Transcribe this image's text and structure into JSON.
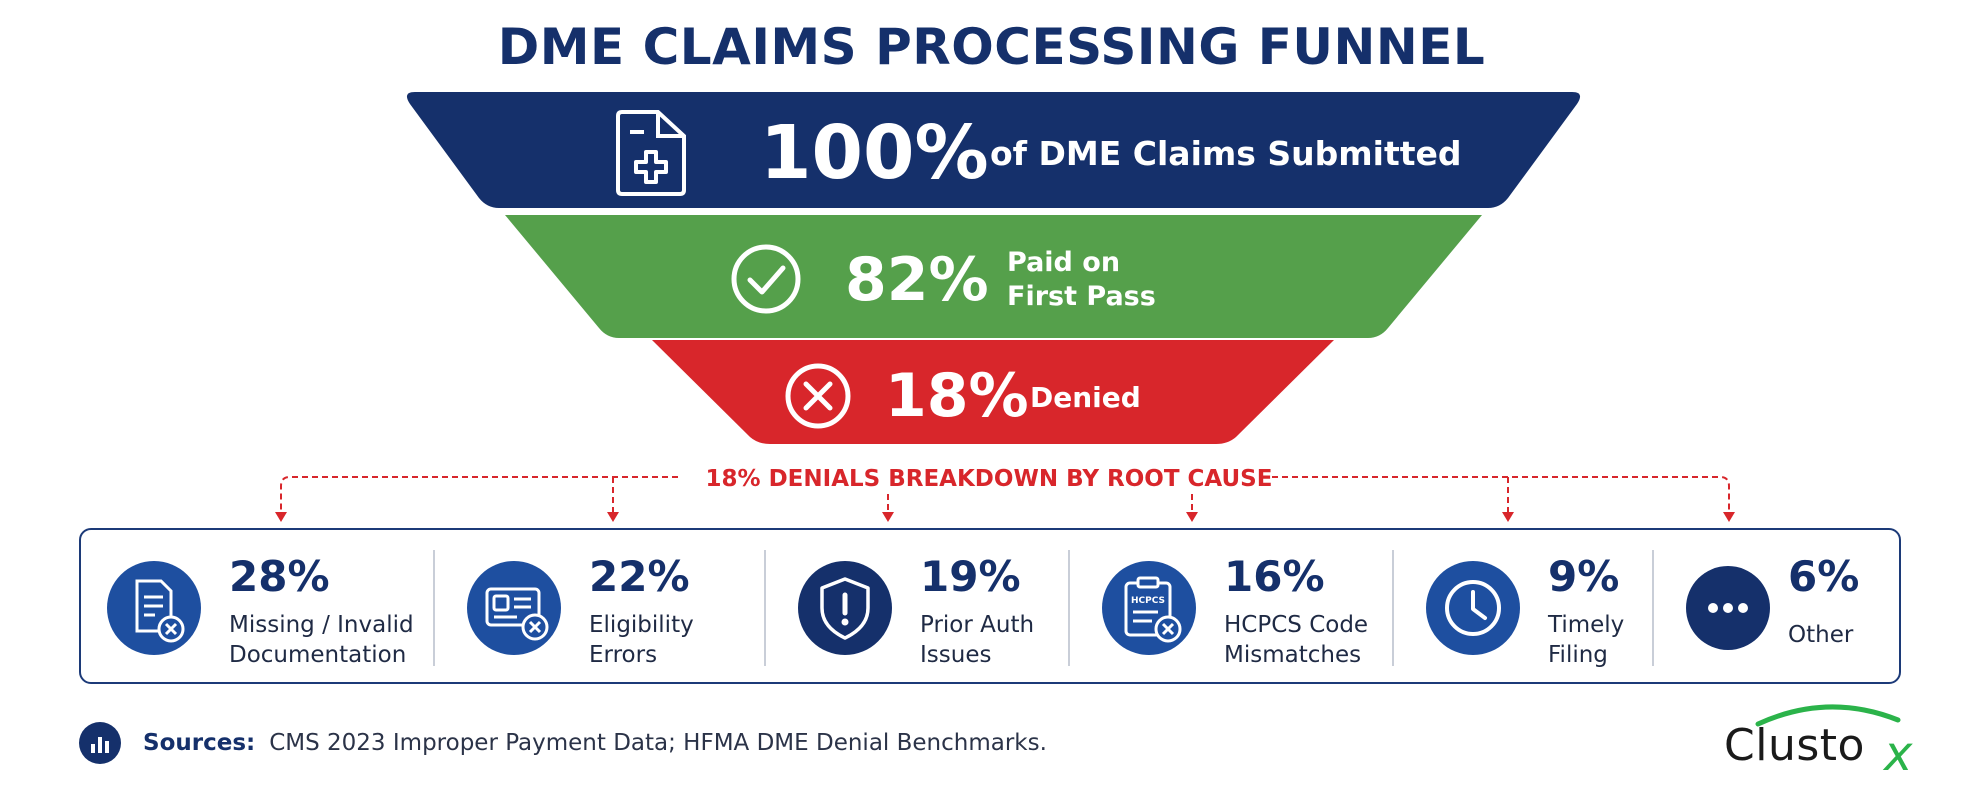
{
  "title": "DME CLAIMS PROCESSING FUNNEL",
  "colors": {
    "navy": "#15306b",
    "blue": "#1e4fa0",
    "green": "#55a04b",
    "red": "#d8262b",
    "white": "#ffffff"
  },
  "funnel": [
    {
      "percent": "100%",
      "label_lines": [
        "of DME Claims Submitted"
      ],
      "value": 100,
      "color": "#15306b",
      "icon": "medical-document-icon"
    },
    {
      "percent": "82%",
      "label_lines": [
        "Paid on",
        "First Pass"
      ],
      "value": 82,
      "color": "#55a04b",
      "icon": "check-circle-icon"
    },
    {
      "percent": "18%",
      "label_lines": [
        "Denied"
      ],
      "value": 18,
      "color": "#d8262b",
      "icon": "x-circle-icon"
    }
  ],
  "breakdown_title": "18% DENIALS BREAKDOWN BY ROOT CAUSE",
  "causes": [
    {
      "percent": "28%",
      "value": 28,
      "label": "Missing / Invalid\nDocumentation",
      "icon": "document-error-icon"
    },
    {
      "percent": "22%",
      "value": 22,
      "label": "Eligibility\nErrors",
      "icon": "id-card-error-icon"
    },
    {
      "percent": "19%",
      "value": 19,
      "label": "Prior Auth\nIssues",
      "icon": "shield-alert-icon"
    },
    {
      "percent": "16%",
      "value": 16,
      "label": "HCPCS Code\nMismatches",
      "icon": "clipboard-error-icon",
      "icon_text": "HCPCS"
    },
    {
      "percent": "9%",
      "value": 9,
      "label": "Timely\nFiling",
      "icon": "clock-icon"
    },
    {
      "percent": "6%",
      "value": 6,
      "label": "Other",
      "icon": "more-dots-icon"
    }
  ],
  "sources": {
    "label": "Sources:",
    "text": "CMS 2023 Improper Payment Data; HFMA DME Denial Benchmarks.",
    "icon": "bar-chart-icon"
  },
  "logo": {
    "text": "Clusto",
    "mark": "x"
  }
}
